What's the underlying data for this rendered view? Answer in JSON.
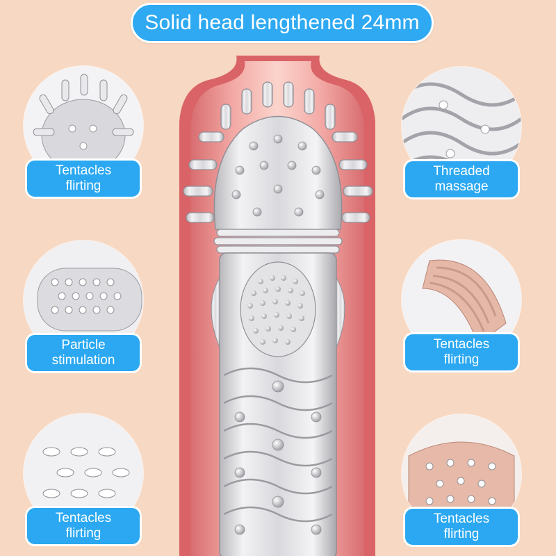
{
  "headline": "Solid head lengthened 24mm",
  "colors": {
    "background": "#f7d8c2",
    "accent_blue": "#2fa9f2",
    "body_pink": "#ec8e8e"
  },
  "features": [
    {
      "line1": "Tentacles",
      "line2": "flirting",
      "icon": "spiked-head-icon"
    },
    {
      "line1": "Threaded",
      "line2": "massage",
      "icon": "threaded-texture-icon"
    },
    {
      "line1": "Particle",
      "line2": "stimulation",
      "icon": "dotted-texture-icon"
    },
    {
      "line1": "Tentacles",
      "line2": "flirting",
      "icon": "ribbed-sleeve-icon"
    },
    {
      "line1": "Tentacles",
      "line2": "flirting",
      "icon": "dimpled-surface-icon"
    },
    {
      "line1": "Tentacles",
      "line2": "flirting",
      "icon": "nubbed-sleeve-icon"
    }
  ]
}
